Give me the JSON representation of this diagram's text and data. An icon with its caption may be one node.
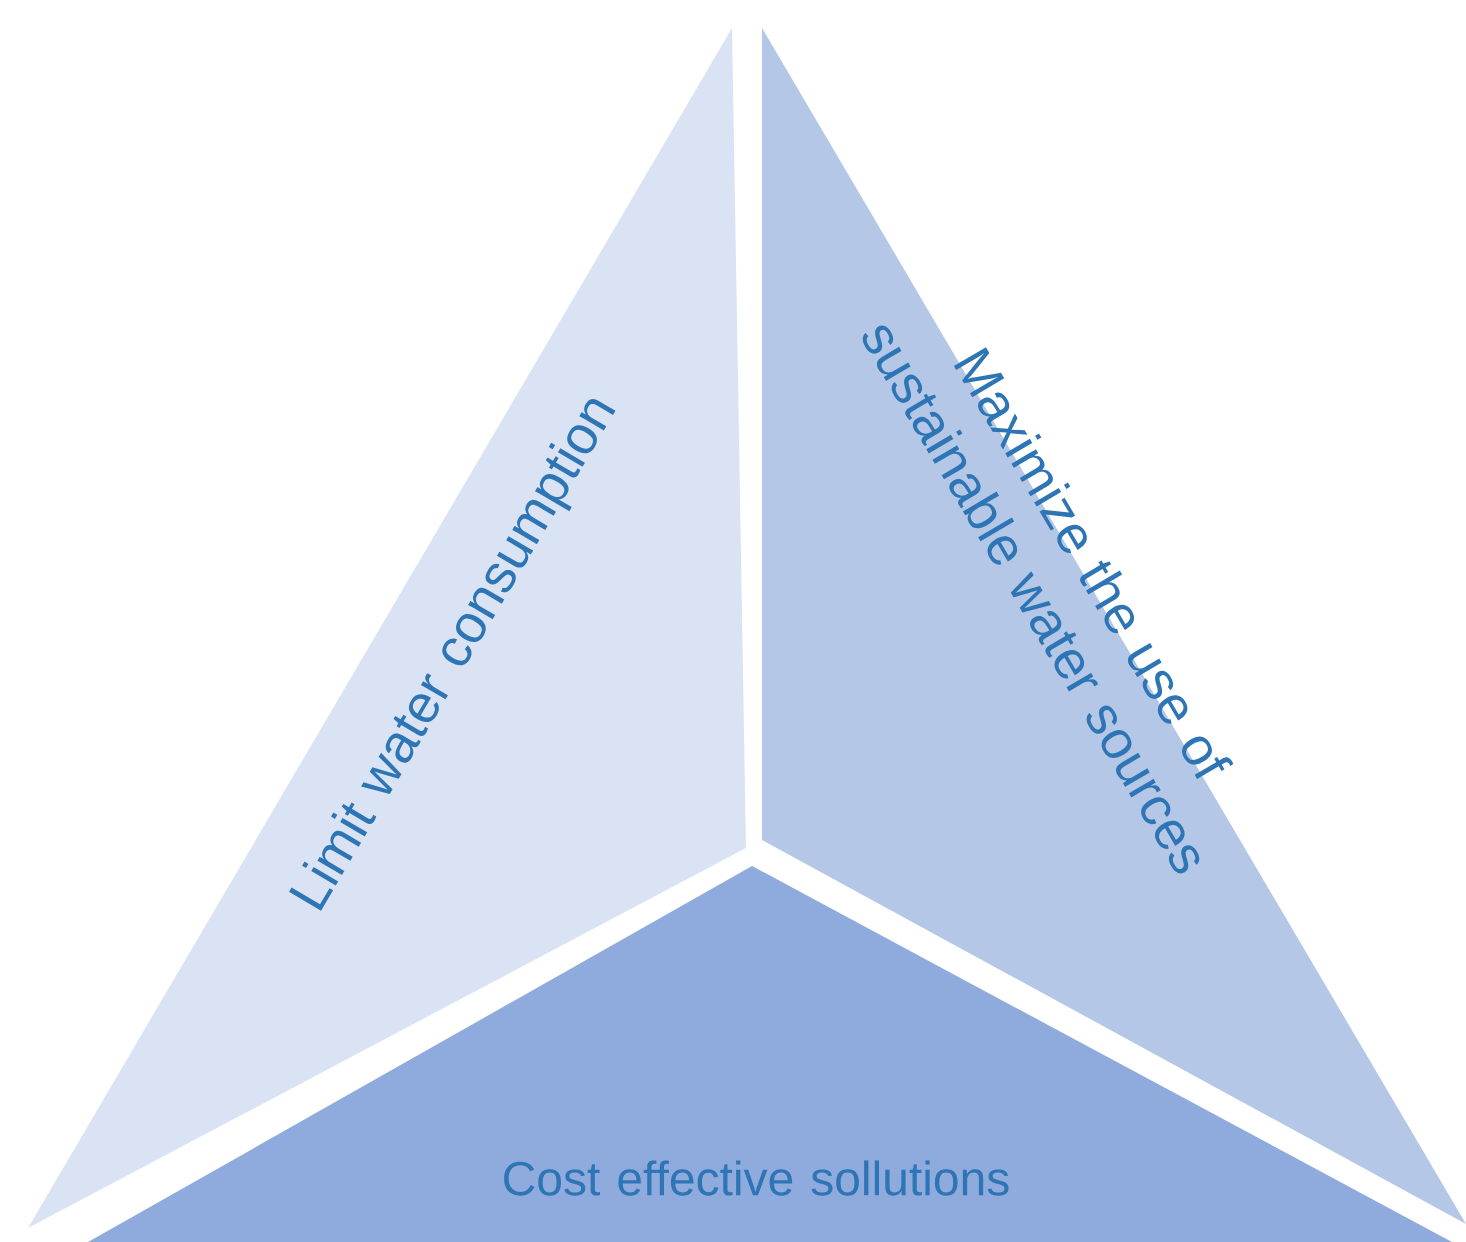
{
  "diagram": {
    "nodes": [
      {
        "text": [
          "Limit water consumption"
        ]
      },
      {
        "text": [
          "Maximize the use of sustainable water sources"
        ]
      },
      {
        "text": [
          "Cost effective sollutions"
        ]
      }
    ]
  }
}
